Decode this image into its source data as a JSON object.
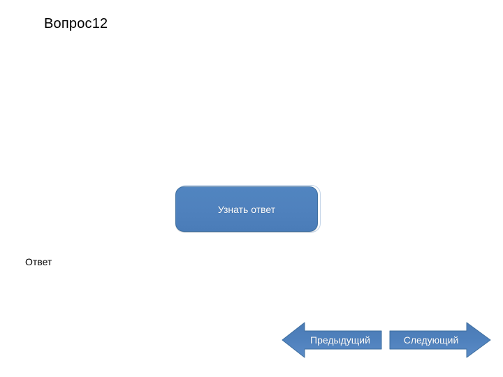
{
  "slide": {
    "title": "Вопрос12",
    "answer_label": "Ответ",
    "background_color": "#ffffff",
    "accent_color": "#4f81bd",
    "text_color": "#000000",
    "button_text_color": "#ffffff"
  },
  "reveal": {
    "label": "Узнать ответ"
  },
  "navigation": {
    "previous": {
      "label": "Предыдущий",
      "icon": "arrow-left-icon"
    },
    "next": {
      "label": "Следующий",
      "icon": "arrow-right-icon"
    }
  }
}
